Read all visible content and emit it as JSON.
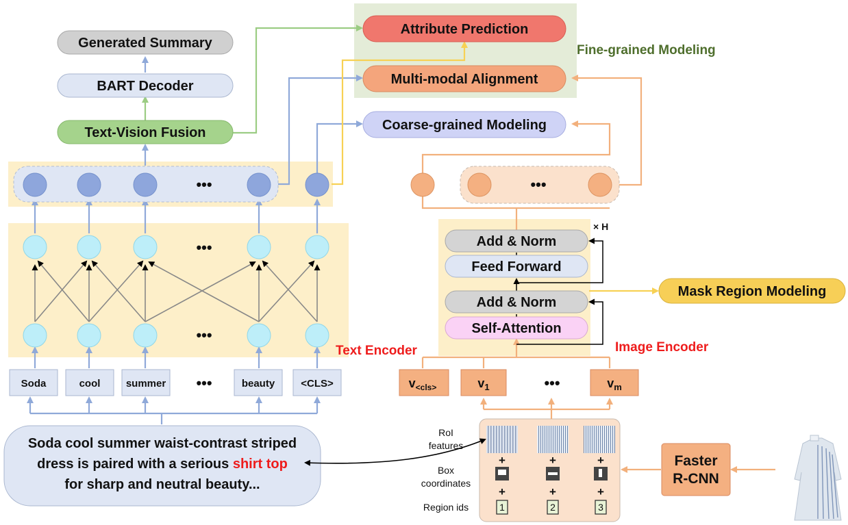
{
  "colors": {
    "blue_arrow": "#8fa9d9",
    "green": "#9bcc83",
    "orange": "#f2b07c",
    "yellow": "#f7d154",
    "red_label": "#ee1c1c",
    "green_label": "#4e6e2c",
    "cream_bg": "#fdefc9",
    "node_cyan": "#bdeef9",
    "node_blue": "#8ea6dc",
    "node_orange": "#f4b081"
  },
  "text_side": {
    "generated_summary": "Generated Summary",
    "bart_decoder": "BART Decoder",
    "text_vision_fusion": "Text-Vision Fusion",
    "ellipsis": "•••",
    "text_encoder_label": "Text Encoder",
    "tokens": [
      "Soda",
      "cool",
      "summer",
      "beauty",
      "<CLS>"
    ],
    "input_text": {
      "line1": "Soda cool summer waist-contrast striped",
      "line2a": "dress is paired with a serious ",
      "line2b": "shirt top",
      "line3": "for sharp and neutral beauty..."
    }
  },
  "modeling": {
    "attribute_prediction": "Attribute Prediction",
    "multimodal_alignment": "Multi-modal Alignment",
    "fine_grained_label": "Fine-grained Modeling",
    "coarse_grained": "Coarse-grained Modeling"
  },
  "image_side": {
    "add_norm_top": "Add & Norm",
    "feed_forward": "Feed Forward",
    "add_norm_bottom": "Add & Norm",
    "self_attention": "Self-Attention",
    "times_h": "× H",
    "mask_region_modeling": "Mask Region Modeling",
    "image_encoder_label": "Image Encoder",
    "visual_tokens": {
      "v_cls_main": "v",
      "v_cls_sub": "<cls>",
      "v1_main": "v",
      "v1_sub": "1",
      "vm_main": "v",
      "vm_sub": "m"
    },
    "roi_features_line1": "RoI",
    "roi_features_line2": "features",
    "box_coords_line1": "Box",
    "box_coords_line2": "coordinates",
    "region_ids_label": "Region ids",
    "region_ids": [
      "1",
      "2",
      "3"
    ],
    "plus": "+",
    "faster_rcnn_line1": "Faster",
    "faster_rcnn_line2": "R-CNN"
  }
}
